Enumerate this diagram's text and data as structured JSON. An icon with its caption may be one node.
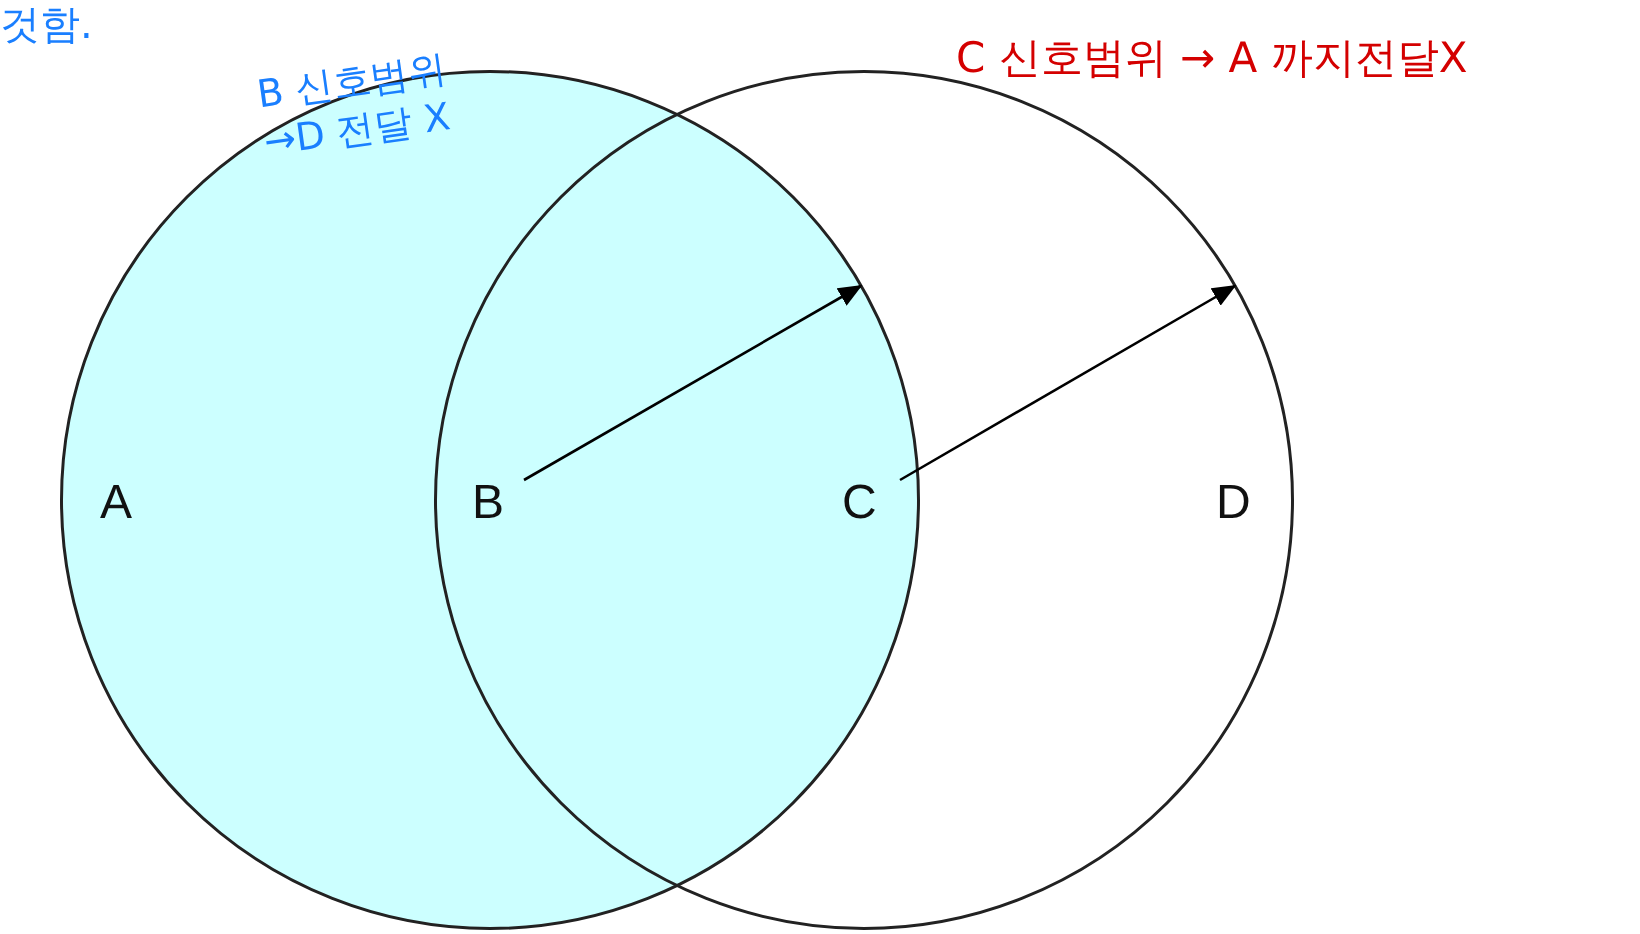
{
  "diagram": {
    "nodes": [
      {
        "text": [],
        "shape": "circle"
      },
      {
        "text": [],
        "shape": "circle"
      },
      {
        "text": [
          "A"
        ],
        "in": 0
      },
      {
        "text": [
          "B"
        ]
      },
      {
        "text": [
          "C"
        ]
      },
      {
        "text": [
          "D"
        ],
        "in": 1
      }
    ],
    "edges": [
      {
        "from": 3,
        "to": 0,
        "arrow": "to"
      },
      {
        "from": 4,
        "to": 1,
        "arrow": "to"
      }
    ],
    "labels": [
      "것함.",
      "B 신호범위 →D 전달 X",
      "C 신호범위 → A 까지전달X"
    ]
  }
}
